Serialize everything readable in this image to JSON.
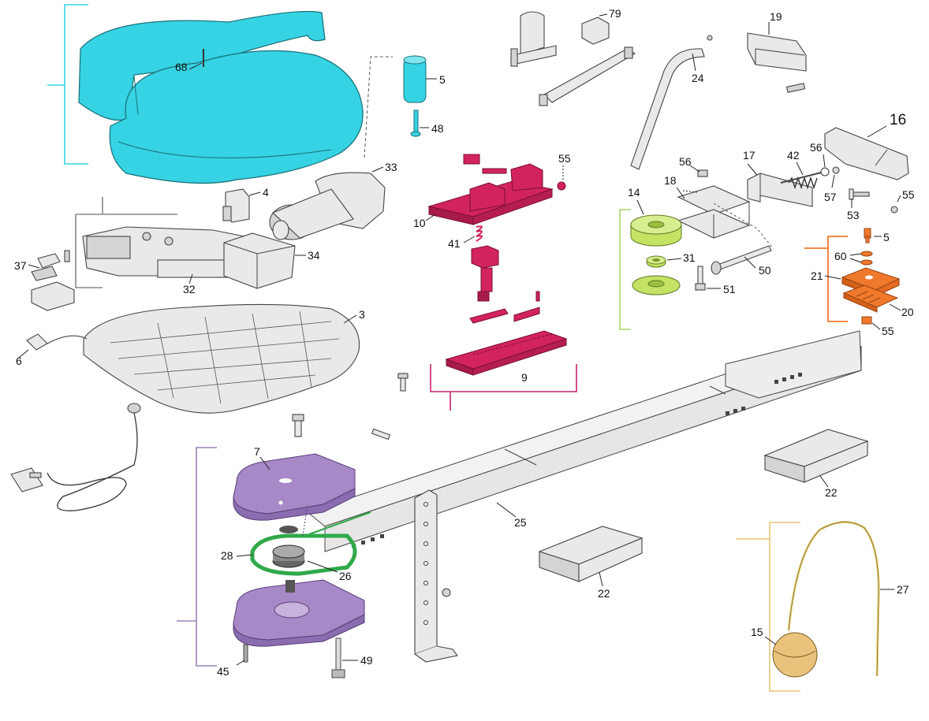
{
  "colors": {
    "cover": "#35d3e3",
    "carriage": "#d2235e",
    "gear": "#c4e264",
    "plate": "#f0792c",
    "belt_group": "#a789c7",
    "belt": "#2fa94a",
    "rope": "#ecd27e",
    "ball": "#e9c27c",
    "bracket_cover": "#35d3e3",
    "bracket_carriage": "#c4236a",
    "bracket_gear": "#a9d36a",
    "bracket_plate": "#f0792c",
    "bracket_belt": "#9b84b8",
    "bracket_rope": "#e8c774",
    "bracket_board": "#888888"
  },
  "labels": {
    "p68": "68",
    "p5a": "5",
    "p48": "48",
    "p79": "79",
    "p19": "19",
    "p24": "24",
    "p16": "16",
    "p17": "17",
    "p42": "42",
    "p56a": "56",
    "p56b": "56",
    "p57": "57",
    "p55a": "55",
    "p55b": "55",
    "p55c": "55",
    "p53": "53",
    "p18": "18",
    "p14": "14",
    "p31": "31",
    "p50": "50",
    "p51": "51",
    "p5b": "5",
    "p60": "60",
    "p21": "21",
    "p20": "20",
    "p33": "33",
    "p4": "4",
    "p34": "34",
    "p32": "32",
    "p37": "37",
    "p3": "3",
    "p6": "6",
    "p10": "10",
    "p41": "41",
    "p9": "9",
    "p7": "7",
    "p28": "28",
    "p26": "26",
    "p25": "25",
    "p22a": "22",
    "p22b": "22",
    "p45": "45",
    "p49": "49",
    "p27": "27",
    "p15": "15"
  }
}
